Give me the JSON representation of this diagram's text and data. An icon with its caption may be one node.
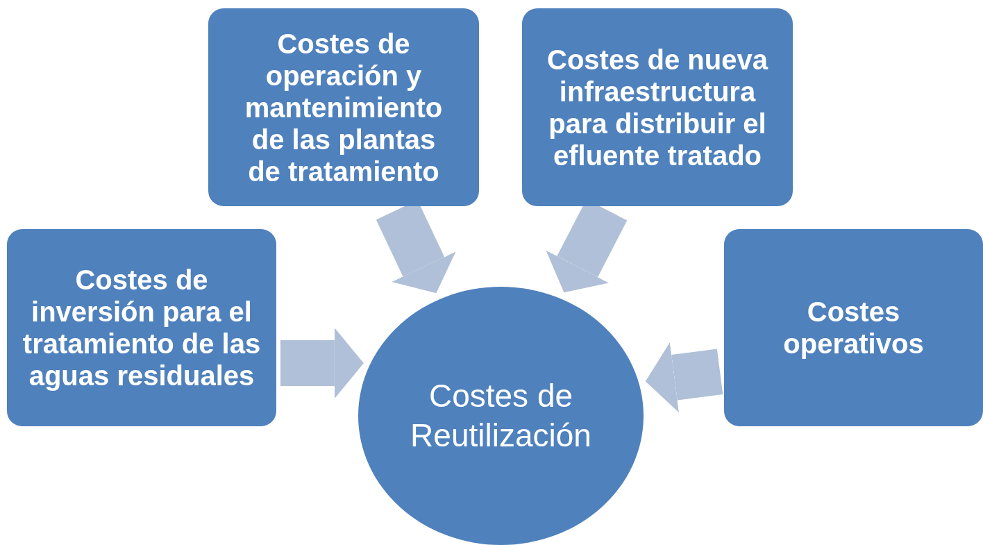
{
  "diagram": {
    "nodes": [
      {
        "text": [
          "Costes de operación y mantenimiento de las plantas de tratamiento"
        ]
      },
      {
        "text": [
          "Costes de nueva infraestructura para distribuir el efluente tratado"
        ]
      },
      {
        "text": [
          "Costes de inversión para el tratamiento de las aguas residuales"
        ]
      },
      {
        "text": [
          "Costes operativos"
        ]
      },
      {
        "text": [
          "Costes de Reutilización"
        ]
      }
    ],
    "edges": [
      {
        "from": 0,
        "to": 4,
        "arrow": "to"
      },
      {
        "from": 1,
        "to": 4,
        "arrow": "to"
      },
      {
        "from": 2,
        "to": 4,
        "arrow": "to"
      },
      {
        "from": 3,
        "to": 4,
        "arrow": "to"
      }
    ]
  }
}
